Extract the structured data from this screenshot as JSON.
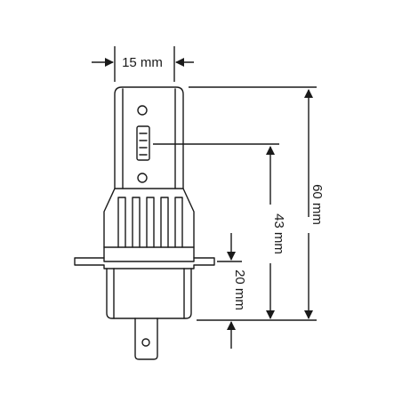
{
  "dimensions": {
    "width_label": "15 mm",
    "total_height_label": "60 mm",
    "led_height_label": "43 mm",
    "base_height_label": "20 mm"
  },
  "colors": {
    "line": "#1a1a1a",
    "background": "#ffffff"
  }
}
